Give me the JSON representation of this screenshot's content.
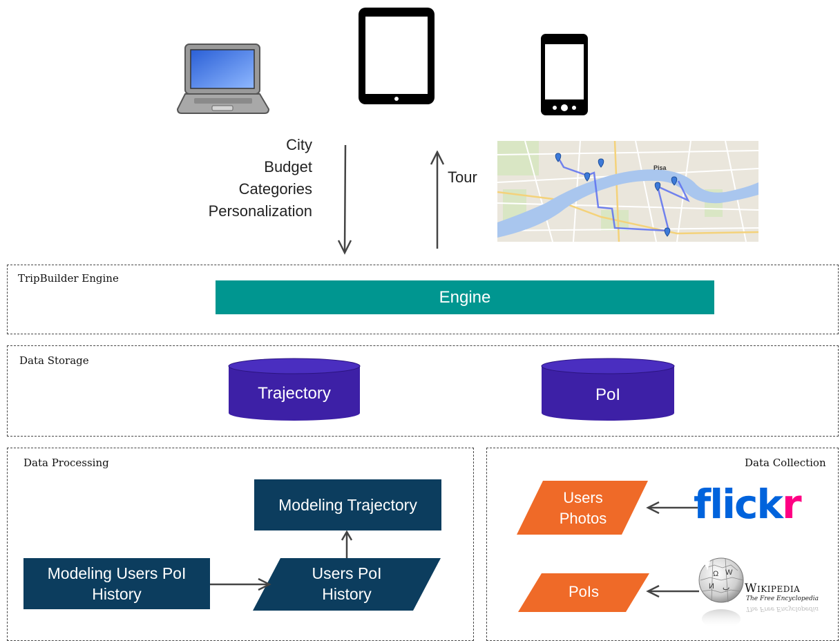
{
  "inputs": {
    "city": "City",
    "budget": "Budget",
    "categories": "Categories",
    "personalization": "Personalization"
  },
  "output": {
    "tour": "Tour"
  },
  "map": {
    "city_label": "Pisa"
  },
  "engine_section": {
    "label": "TripBuilder Engine",
    "engine": "Engine"
  },
  "storage_section": {
    "label": "Data Storage",
    "trajectory": "Trajectory",
    "poi": "PoI"
  },
  "processing_section": {
    "label": "Data Processing",
    "modeling_trajectory": "Modeling Trajectory",
    "modeling_users_line1": "Modeling Users PoI",
    "modeling_users_line2": "History",
    "users_poi_line1": "Users PoI",
    "users_poi_line2": "History"
  },
  "collection_section": {
    "label": "Data Collection",
    "users_photos_line1": "Users",
    "users_photos_line2": "Photos",
    "pois": "PoIs",
    "flickr_a": "flick",
    "flickr_b": "r",
    "wikipedia_title": "Wikipedia",
    "wikipedia_subtitle": "The Free Encyclopedia"
  },
  "colors": {
    "engine": "#009690",
    "storage": "#3d20a6",
    "processing": "#0c3d5e",
    "collection": "#ef6a28",
    "flickr_blue": "#0063dc",
    "flickr_pink": "#ff0084"
  },
  "icons": [
    "laptop-icon",
    "tablet-icon",
    "smartphone-icon",
    "map-tour-image",
    "flickr-logo",
    "wikipedia-logo"
  ]
}
